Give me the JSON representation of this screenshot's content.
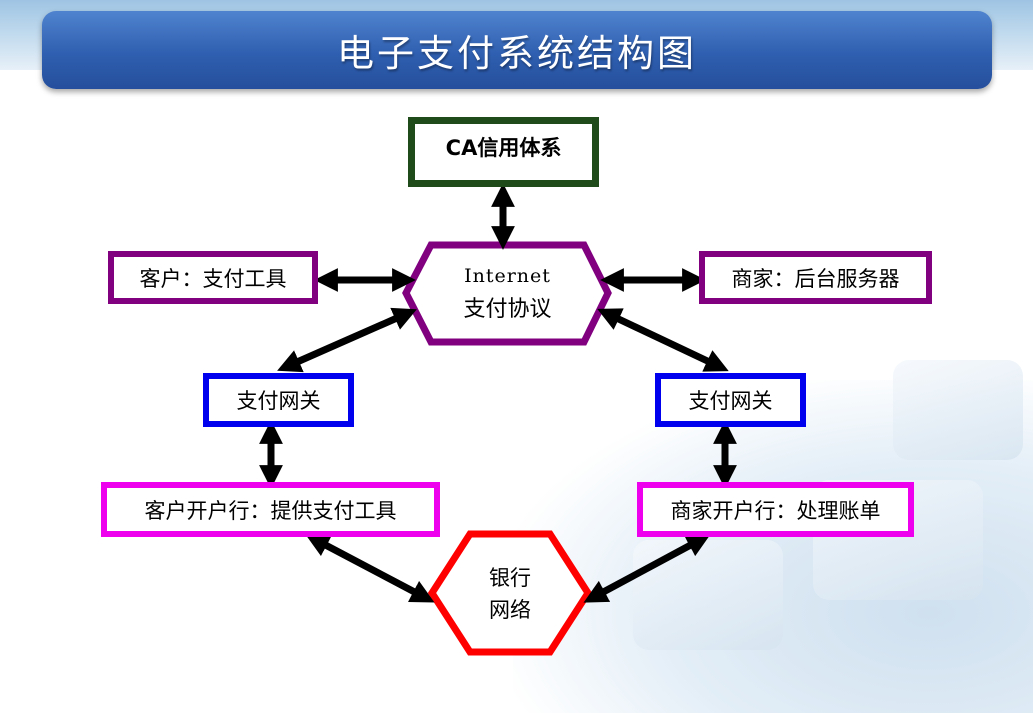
{
  "title": "电子支付系统结构图",
  "nodes": {
    "ca": "CA信用体系",
    "customer": "客户：支付工具",
    "internet_line1": "Internet",
    "internet_line2": "支付协议",
    "merchant": "商家：后台服务器",
    "gateway_left": "支付网关",
    "gateway_right": "支付网关",
    "customer_bank": "客户开户行：提供支付工具",
    "merchant_bank": "商家开户行：处理账单",
    "bank_net_line1": "银行",
    "bank_net_line2": "网络"
  },
  "colors": {
    "title_bar": "#2f5fb0",
    "ca_border": "#1f4a1a",
    "purple_border": "#800080",
    "blue_border": "#0000ee",
    "magenta_border": "#ee00ee",
    "red_border": "#ff0000",
    "arrow": "#000000"
  }
}
